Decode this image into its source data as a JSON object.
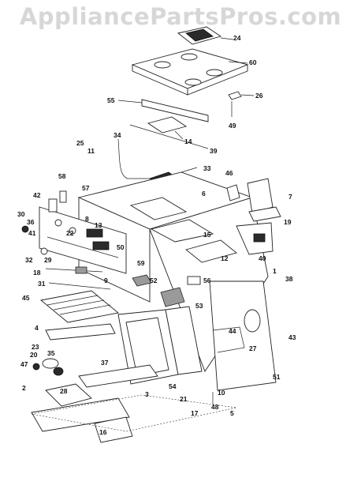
{
  "watermark": "AppliancePartsPros.com",
  "callouts": [
    "24",
    "60",
    "55",
    "26",
    "49",
    "14",
    "25",
    "11",
    "34",
    "39",
    "33",
    "58",
    "57",
    "46",
    "7",
    "42",
    "6",
    "19",
    "30",
    "36",
    "41",
    "8",
    "13",
    "22",
    "15",
    "32",
    "29",
    "50",
    "40",
    "12",
    "59",
    "18",
    "1",
    "31",
    "9",
    "52",
    "56",
    "38",
    "53",
    "45",
    "4",
    "44",
    "23",
    "20",
    "35",
    "37",
    "27",
    "43",
    "47",
    "28",
    "51",
    "10",
    "54",
    "21",
    "2",
    "3",
    "48",
    "17",
    "5",
    "16"
  ]
}
